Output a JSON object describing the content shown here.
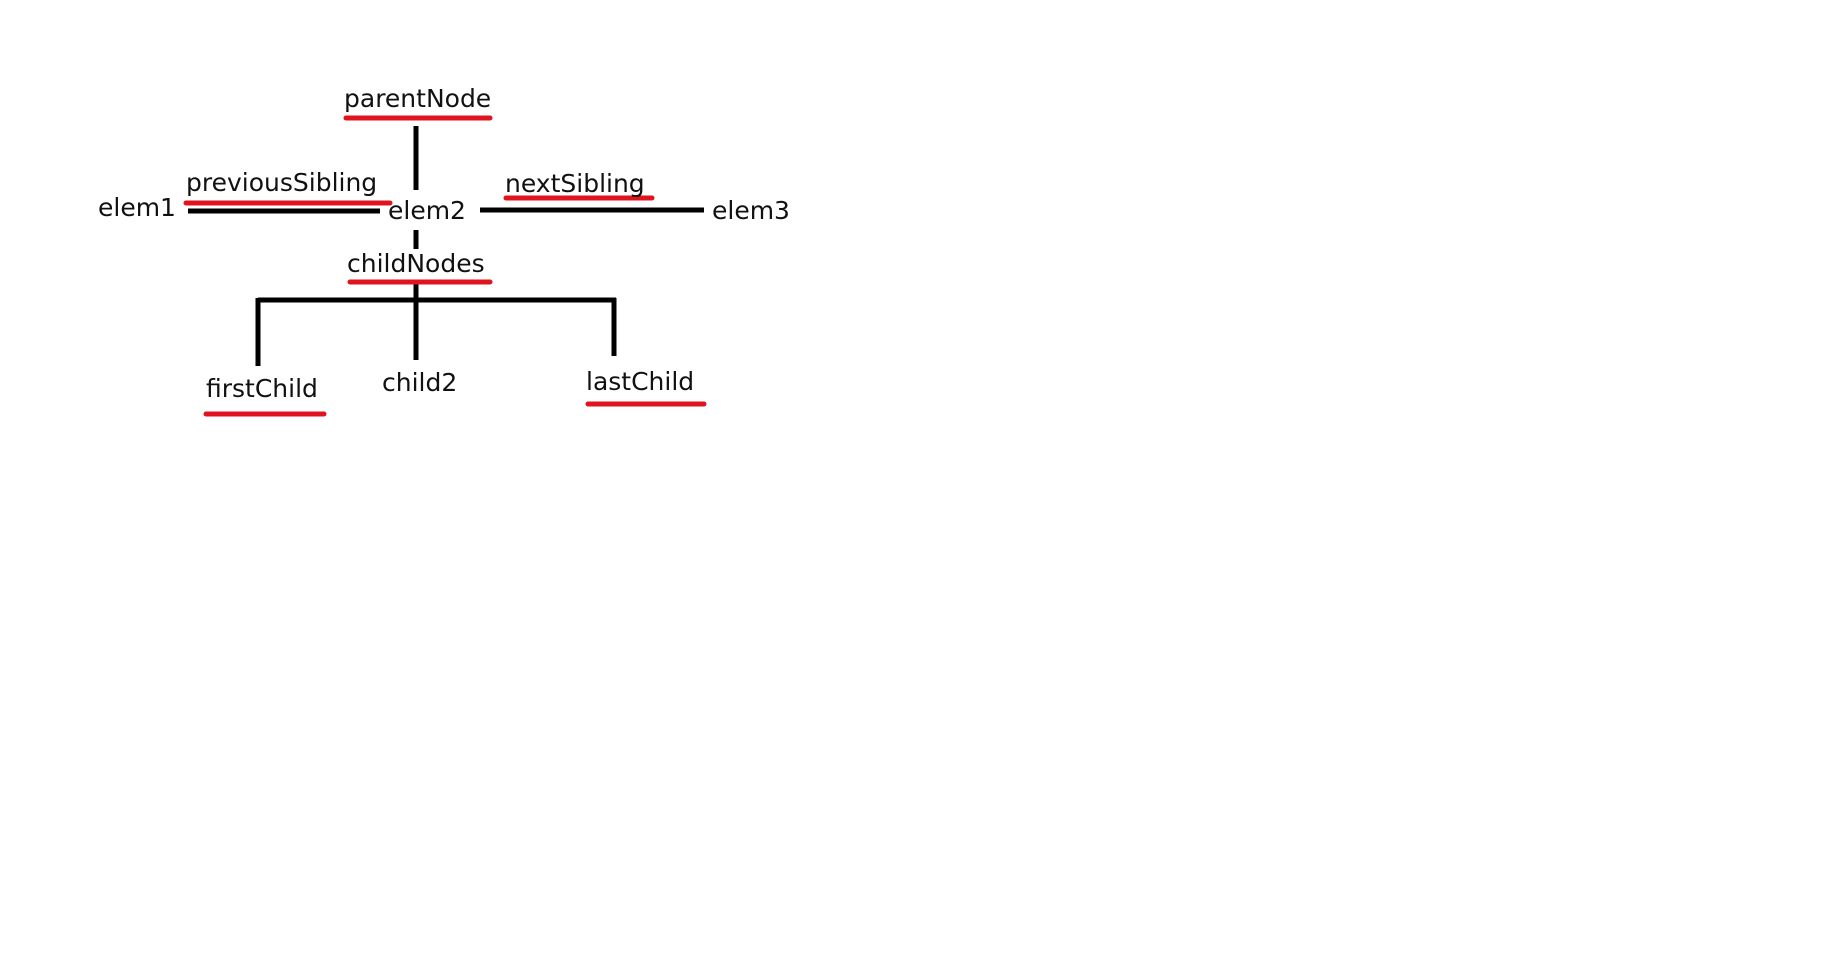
{
  "colors": {
    "line": "#000000",
    "underline": "#e0141e",
    "text": "#111111",
    "background": "#ffffff"
  },
  "nodes": {
    "parentNode": "parentNode",
    "previousSibling": "previousSibling",
    "nextSibling": "nextSibling",
    "elem1": "elem1",
    "elem2": "elem2",
    "elem3": "elem3",
    "childNodes": "childNodes",
    "firstChild": "firstChild",
    "child2": "child2",
    "lastChild": "lastChild"
  }
}
